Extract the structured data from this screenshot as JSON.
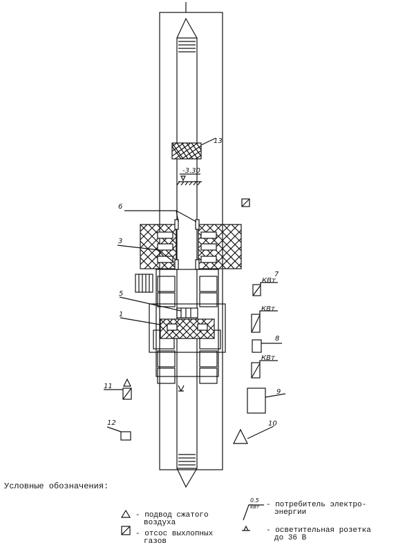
{
  "labels": {
    "l13": "13",
    "elev": "-3.30",
    "l6": "6",
    "l3": "3",
    "l5": "5",
    "l1": "1",
    "l7": "7",
    "kvt_a": "КВт",
    "kvt_b": "КВт",
    "kvt_c": "КВт",
    "l8": "8",
    "l9": "9",
    "l10": "10",
    "l11": "11",
    "l12": "12"
  },
  "legend": {
    "title": "Условные обозначения:",
    "air_supply": [
      "- подвод сжатого",
      "воздуха"
    ],
    "exhaust": [
      "- отсос выхлопных",
      "газов"
    ],
    "consumer": [
      "- потребитель электро-",
      "энергии"
    ],
    "consumer_mark": [
      "0.5",
      "кВт"
    ],
    "lighting": [
      "- осветительная розетка",
      "до 36 В"
    ]
  }
}
